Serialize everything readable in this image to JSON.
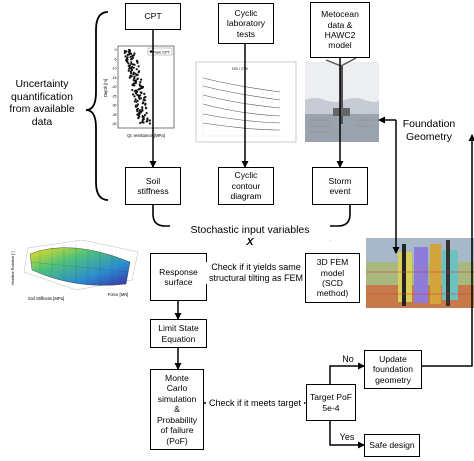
{
  "nodes": {
    "cpt": "CPT",
    "cyclic_lab": "Cyclic\nlaboratory\ntests",
    "metocean": "Metocean\ndata &\nHAWC2\nmodel",
    "soil_stiffness": "Soil\nstiffness",
    "cyclic_contour": "Cyclic\ncontour\ndiagram",
    "storm_event": "Storm\nevent",
    "response_surface": "Response\nsurface",
    "fem_model": "3D FEM\nmodel\n(SCD\nmethod)",
    "limit_state": "Limit State\nEquation",
    "monte_carlo": "Monte\nCarlo\nsimulation\n&\nProbability\nof failure\n(PoF)",
    "target_pof": "Target PoF\n5e-4",
    "update_geometry": "Update\nfoundation\ngeometry",
    "safe_design": "Safe design"
  },
  "labels": {
    "uncertainty": "Uncertainty\nquantification\nfrom available\ndata",
    "foundation_geometry": "Foundation\nGeometry",
    "stochastic": "Stochastic input variables",
    "stochastic_var": "X",
    "check_tilting": "Check if it yields same\nstructural tilting as FEM",
    "check_target": "Check if it meets target",
    "no": "No",
    "yes": "Yes"
  },
  "thumbnails": {
    "cpt_plot": {
      "legend": "Raw CPT",
      "xlabel": "Qc resistance [MPa]",
      "ylabel": "Depth [m]",
      "y_ticks": [
        "0",
        "-5",
        "-10",
        "-15",
        "-20",
        "-25",
        "-30",
        "-35",
        "-40"
      ]
    },
    "contour_plot": {
      "title": "DS / CW"
    },
    "surface_plot": {
      "zlabel": "Mudline Rotation [°]",
      "xlabel": "Soil Stiffness [MPa]",
      "ylabel": "Force [MN]"
    }
  },
  "colors": {
    "line": "#000000",
    "box_fill": "#ffffff"
  }
}
